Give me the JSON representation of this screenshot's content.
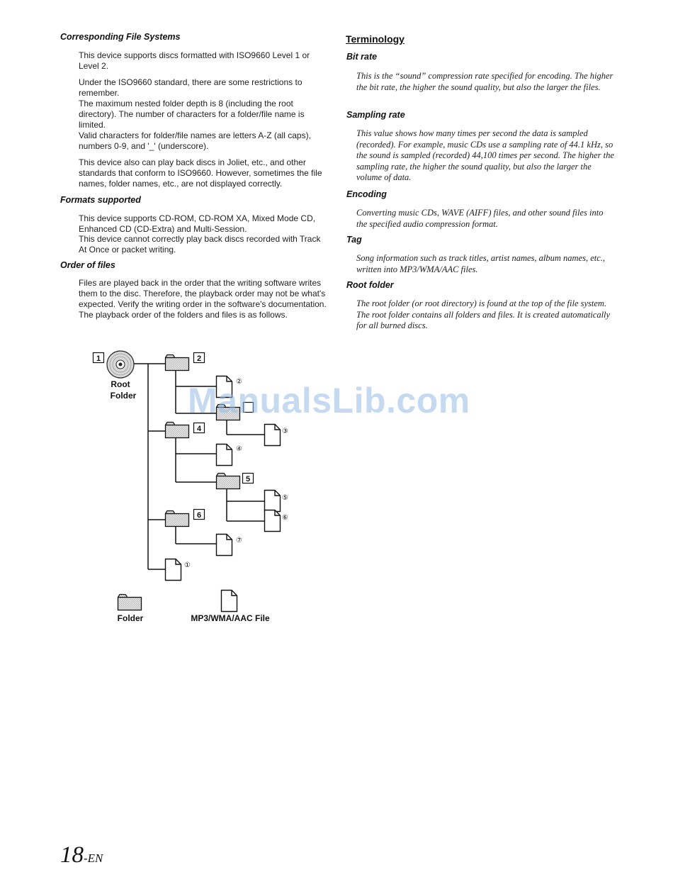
{
  "left": {
    "s1": {
      "heading": "Corresponding File Systems",
      "p1": "This device supports discs formatted with ISO9660 Level 1 or Level 2.",
      "p2": "Under the ISO9660 standard, there are some restrictions to remember.",
      "p3": "The maximum nested folder depth is 8 (including the root directory). The number of characters for a folder/file name is limited.",
      "p4": "Valid characters for folder/file names are letters A-Z (all caps), numbers 0-9, and '_' (underscore).",
      "p5": "This device also can play back discs in Joliet, etc., and other standards that conform to ISO9660.  However, sometimes the file names, folder names, etc., are not displayed correctly."
    },
    "s2": {
      "heading": "Formats supported",
      "p1": "This device supports CD-ROM, CD-ROM XA, Mixed Mode CD, Enhanced CD (CD-Extra) and Multi-Session.",
      "p2": "This device cannot correctly play back discs recorded with Track At Once or packet writing."
    },
    "s3": {
      "heading": "Order of files",
      "p1": "Files are played back in the order that the writing software writes them to the disc. Therefore, the playback order may not be what's expected. Verify the writing order in the software's documentation. The playback order of the folders and files is as follows."
    }
  },
  "terminology": {
    "title": "Terminology",
    "bitrate": {
      "term": "Bit rate",
      "def": "This is the “sound” compression rate specified for encoding.  The higher the bit rate, the higher the sound quality, but also the larger the files."
    },
    "sampling": {
      "term": "Sampling rate",
      "def": "This value shows how many times per second the data is sampled (recorded).  For example, music CDs use a sampling rate of 44.1 kHz, so the sound is sampled (recorded) 44,100 times per second.  The higher the sampling rate, the higher the sound quality, but also the larger the volume of data."
    },
    "encoding": {
      "term": "Encoding",
      "def": "Converting music CDs, WAVE (AIFF) files, and other sound files into the specified audio compression format."
    },
    "tag": {
      "term": "Tag",
      "def": "Song information such as track titles, artist names, album names, etc., written into MP3/WMA/AAC files."
    },
    "rootfolder": {
      "term": "Root folder",
      "def": "The root folder (or root directory) is found at the top of the file system. The root folder contains all folders and files. It is created automatically for all burned discs."
    }
  },
  "diagram": {
    "root_box": "1",
    "root_line1": "Root",
    "root_line2": "Folder",
    "folder2": "2",
    "folder4": "4",
    "folder5": "5",
    "folder6": "6",
    "file1": "①",
    "file2": "②",
    "file3": "③",
    "file4": "④",
    "file5": "⑤",
    "file6": "⑥",
    "file7": "⑦",
    "legend_folder": "Folder",
    "legend_file": "MP3/WMA/AAC File"
  },
  "watermark": "ManualsLib.com",
  "page": {
    "number": "18",
    "suffix": "-EN"
  }
}
